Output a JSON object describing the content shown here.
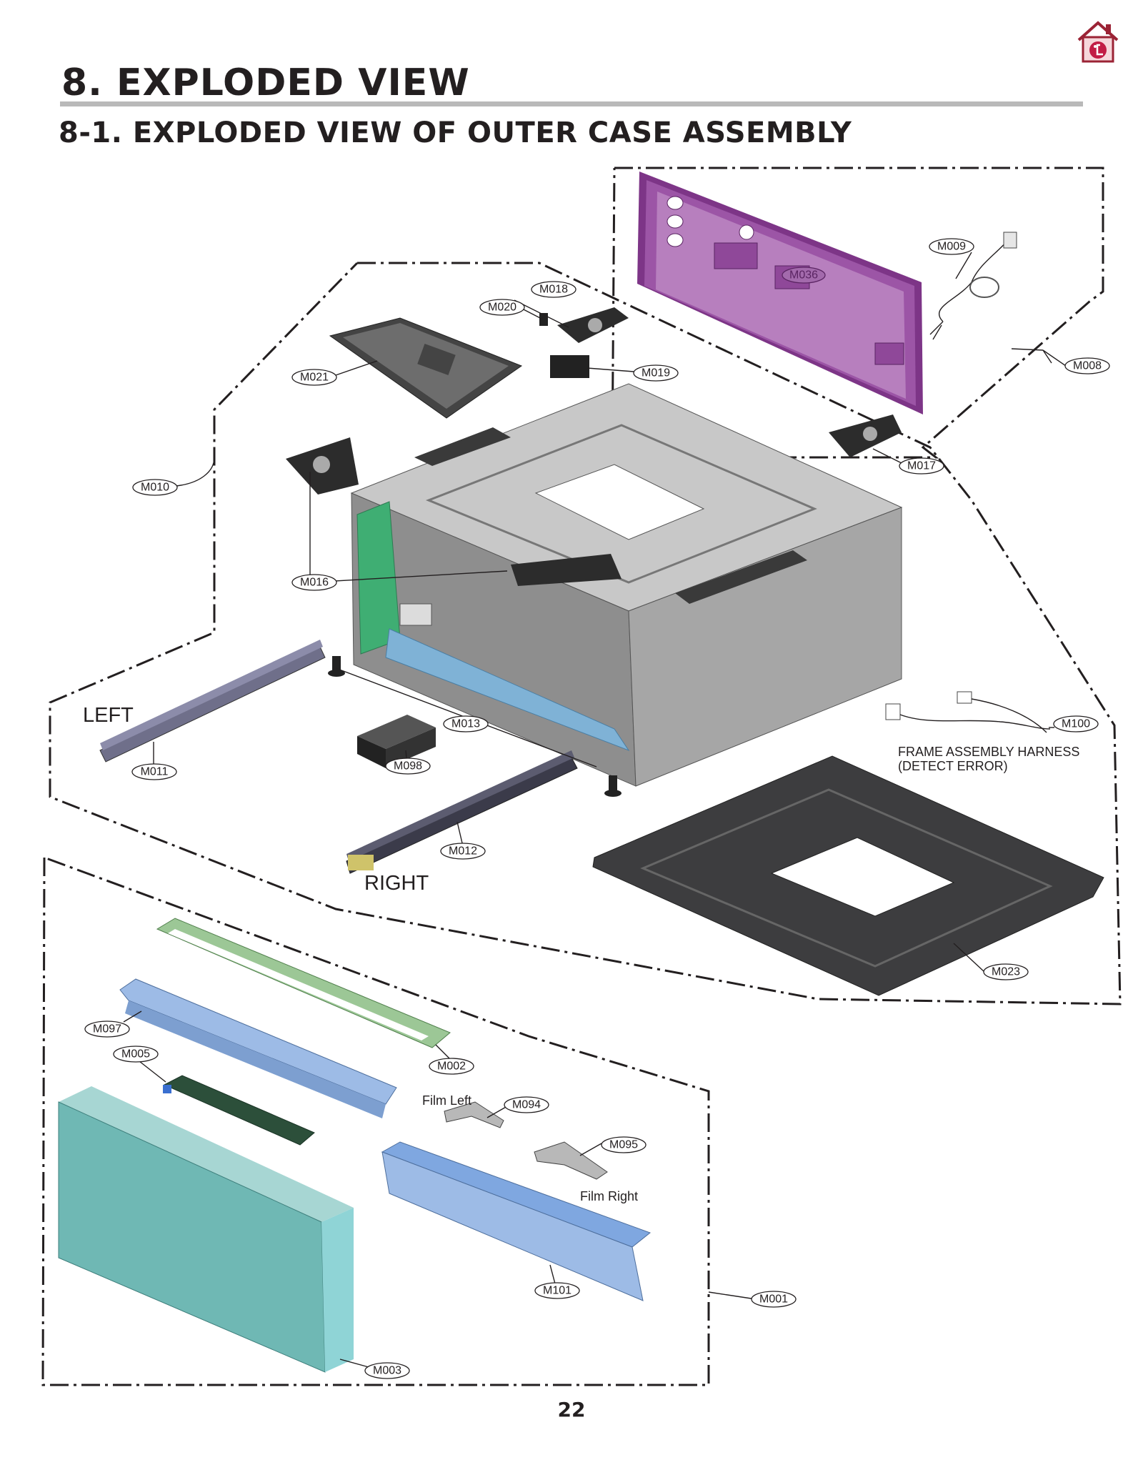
{
  "header": {
    "title": "8. EXPLODED VIEW",
    "subtitle": "8-1. EXPLODED VIEW OF OUTER CASE ASSEMBLY"
  },
  "logo": {
    "icon": "lg-house-logo-icon",
    "text": "LG"
  },
  "labels": {
    "m001": "M001",
    "m002": "M002",
    "m003": "M003",
    "m005": "M005",
    "m008": "M008",
    "m009": "M009",
    "m010": "M010",
    "m011": "M011",
    "m012": "M012",
    "m013": "M013",
    "m016": "M016",
    "m017": "M017",
    "m018": "M018",
    "m019": "M019",
    "m020": "M020",
    "m021": "M021",
    "m023": "M023",
    "m036": "M036",
    "m094": "M094",
    "m095": "M095",
    "m097": "M097",
    "m098": "M098",
    "m100": "M100",
    "m101": "M101"
  },
  "annotations": {
    "left": "LEFT",
    "right": "RIGHT",
    "harness_line1": "FRAME ASSEMBLY HARNESS",
    "harness_line2": "(DETECT ERROR)",
    "film_left": "Film Left",
    "film_right": "Film Right"
  },
  "footer": {
    "page_number": "22"
  },
  "colors": {
    "back_panel": "#8b3f93",
    "case_gray": "#a9a9a9",
    "base_plate": "#3d3d3f",
    "green_bracket": "#3fae73",
    "blue_frame": "#7fb2d6",
    "front_panel": "#6fb8b4",
    "trim_green": "#9cc796",
    "control_blue": "#9dbbe6"
  }
}
